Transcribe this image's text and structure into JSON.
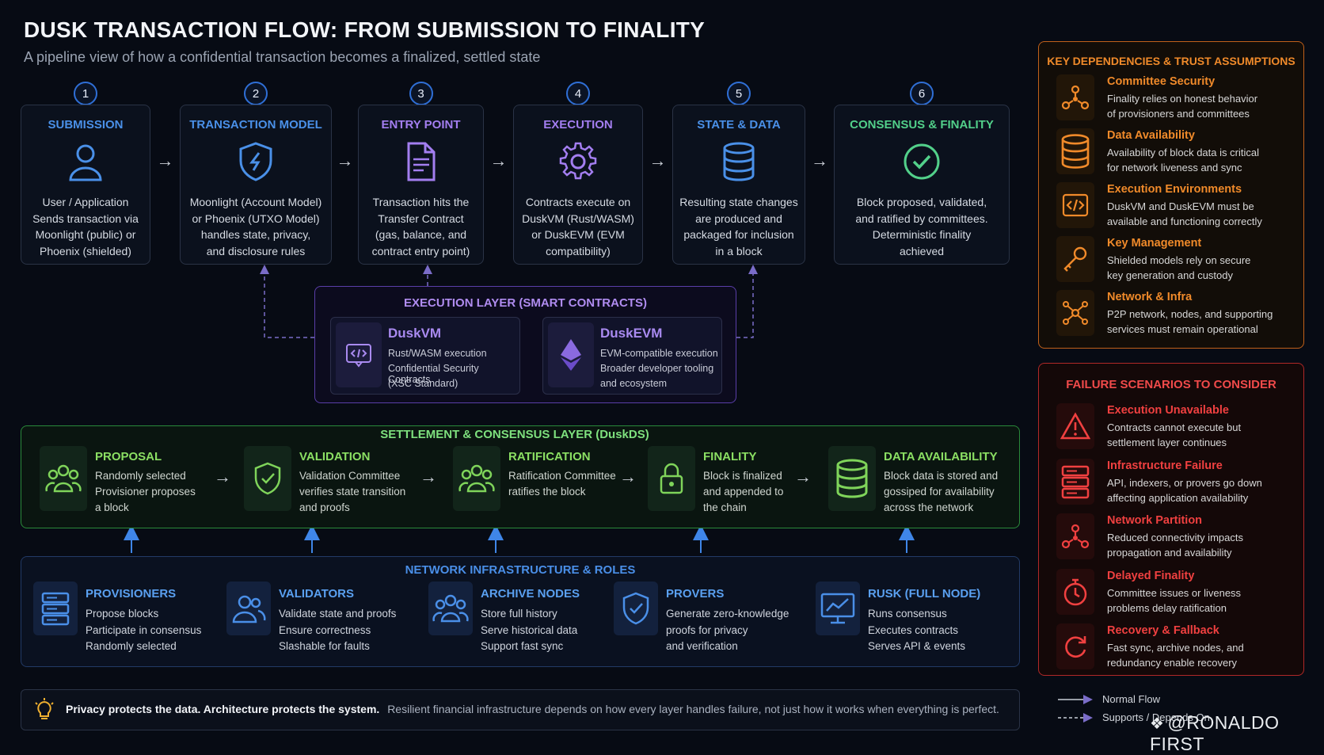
{
  "header": {
    "title": "DUSK TRANSACTION FLOW: FROM SUBMISSION TO FINALITY",
    "subtitle": "A pipeline view of how a confidential transaction becomes a finalized, settled state"
  },
  "steps": [
    {
      "num": "1",
      "title": "SUBMISSION",
      "color": "#4a90e8",
      "icon": "user-icon",
      "lines": [
        "User / Application",
        "Sends transaction via",
        "Moonlight (public) or",
        "Phoenix (shielded)"
      ]
    },
    {
      "num": "2",
      "title": "TRANSACTION MODEL",
      "color": "#4a90e8",
      "icon": "shield-icon",
      "lines": [
        "Moonlight (Account Model)",
        "or Phoenix (UTXO Model)",
        "handles state, privacy,",
        "and disclosure rules"
      ]
    },
    {
      "num": "3",
      "title": "ENTRY POINT",
      "color": "#a37ef0",
      "icon": "document-icon",
      "lines": [
        "Transaction hits the",
        "Transfer Contract",
        "(gas, balance, and",
        "contract entry point)"
      ]
    },
    {
      "num": "4",
      "title": "EXECUTION",
      "color": "#a37ef0",
      "icon": "gear-icon",
      "lines": [
        "Contracts execute on",
        "DuskVM (Rust/WASM)",
        "or DuskEVM (EVM",
        "compatibility)"
      ]
    },
    {
      "num": "5",
      "title": "STATE & DATA",
      "color": "#4a90e8",
      "icon": "database-icon",
      "lines": [
        "Resulting state changes",
        "are produced and",
        "packaged for inclusion",
        "in a block"
      ]
    },
    {
      "num": "6",
      "title": "CONSENSUS & FINALITY",
      "color": "#52d08a",
      "icon": "check-circle-icon",
      "lines": [
        "Block proposed, validated,",
        "and ratified by committees.",
        "Deterministic finality",
        "achieved"
      ]
    }
  ],
  "execution_layer": {
    "title": "EXECUTION LAYER (SMART CONTRACTS)",
    "cards": [
      {
        "name": "DuskVM",
        "icon": "code-icon",
        "lines": [
          "Rust/WASM execution",
          "Confidential Security Contracts",
          "(XSC Standard)"
        ]
      },
      {
        "name": "DuskEVM",
        "icon": "ethereum-icon",
        "lines": [
          "EVM-compatible execution",
          "Broader developer tooling",
          "and ecosystem"
        ]
      }
    ]
  },
  "settlement": {
    "title": "SETTLEMENT & CONSENSUS LAYER (DuskDS)",
    "stages": [
      {
        "name": "PROPOSAL",
        "icon": "group-icon",
        "lines": [
          "Randomly selected",
          "Provisioner proposes",
          "a block"
        ]
      },
      {
        "name": "VALIDATION",
        "icon": "shield-check-icon",
        "lines": [
          "Validation Committee",
          "verifies state transition",
          "and proofs"
        ]
      },
      {
        "name": "RATIFICATION",
        "icon": "group-icon",
        "lines": [
          "Ratification Committee",
          "ratifies the block"
        ]
      },
      {
        "name": "FINALITY",
        "icon": "lock-icon",
        "lines": [
          "Block is finalized",
          "and appended to",
          "the chain"
        ]
      },
      {
        "name": "DATA AVAILABILITY",
        "icon": "database-icon",
        "lines": [
          "Block data is stored and",
          "gossiped for availability",
          "across the network"
        ]
      }
    ]
  },
  "infrastructure": {
    "title": "NETWORK INFRASTRUCTURE & ROLES",
    "roles": [
      {
        "name": "PROVISIONERS",
        "icon": "server-icon",
        "lines": [
          "Propose blocks",
          "Participate in consensus",
          "Randomly selected"
        ]
      },
      {
        "name": "VALIDATORS",
        "icon": "users-icon",
        "lines": [
          "Validate state and proofs",
          "Ensure correctness",
          "Slashable for faults"
        ]
      },
      {
        "name": "ARCHIVE NODES",
        "icon": "group-icon",
        "lines": [
          "Store full history",
          "Serve historical data",
          "Support fast sync"
        ]
      },
      {
        "name": "PROVERS",
        "icon": "shield-check-icon",
        "lines": [
          "Generate zero-knowledge",
          "proofs for privacy",
          "and verification"
        ]
      },
      {
        "name": "RUSK (FULL NODE)",
        "icon": "monitor-chart-icon",
        "lines": [
          "Runs consensus",
          "Executes contracts",
          "Serves API & events"
        ]
      }
    ]
  },
  "banner": {
    "bold": "Privacy protects the data. Architecture protects the system.",
    "text": "Resilient financial infrastructure depends on how every layer handles failure, not just how it works when everything is perfect.",
    "icon": "lightbulb-icon"
  },
  "dependencies": {
    "title": "KEY DEPENDENCIES & TRUST ASSUMPTIONS",
    "color": "#f08a2a",
    "items": [
      {
        "name": "Committee Security",
        "icon": "network-icon",
        "lines": [
          "Finality relies on honest behavior",
          "of provisioners and committees"
        ]
      },
      {
        "name": "Data Availability",
        "icon": "database-icon",
        "lines": [
          "Availability of block data is critical",
          "for network liveness and sync"
        ]
      },
      {
        "name": "Execution Environments",
        "icon": "code-icon",
        "lines": [
          "DuskVM and DuskEVM must be",
          "available and functioning correctly"
        ]
      },
      {
        "name": "Key Management",
        "icon": "key-icon",
        "lines": [
          "Shielded models rely on secure",
          "key generation and custody"
        ]
      },
      {
        "name": "Network & Infra",
        "icon": "hub-icon",
        "lines": [
          "P2P network, nodes, and supporting",
          "services must remain operational"
        ]
      }
    ]
  },
  "failures": {
    "title": "FAILURE SCENARIOS TO CONSIDER",
    "color": "#f04040",
    "items": [
      {
        "name": "Execution Unavailable",
        "icon": "warning-icon",
        "lines": [
          "Contracts cannot execute but",
          "settlement layer continues"
        ]
      },
      {
        "name": "Infrastructure Failure",
        "icon": "server-icon",
        "lines": [
          "API, indexers, or provers go down",
          "affecting application availability"
        ]
      },
      {
        "name": "Network Partition",
        "icon": "network-icon",
        "lines": [
          "Reduced connectivity impacts",
          "propagation and availability"
        ]
      },
      {
        "name": "Delayed Finality",
        "icon": "stopwatch-icon",
        "lines": [
          "Committee issues or liveness",
          "problems delay ratification"
        ]
      },
      {
        "name": "Recovery & Fallback",
        "icon": "refresh-icon",
        "lines": [
          "Fast sync, archive nodes, and",
          "redundancy enable recovery"
        ]
      }
    ]
  },
  "legend": {
    "normal": "Normal Flow",
    "supports": "Supports / Depends On"
  },
  "credit": "@RONALDO FIRST"
}
